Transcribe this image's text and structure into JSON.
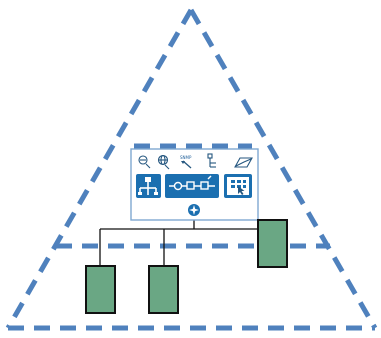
{
  "colors": {
    "dash": "#4f81bd",
    "panel_border": "#7fa8d1",
    "panel_fill": "#ffffff",
    "blue_tile": "#1b6fb0",
    "icon_dark": "#24567f",
    "box_fill": "#6aa784",
    "box_stroke": "#111111",
    "wire": "#111111"
  },
  "panel": {
    "toolbar_icons": [
      "globe-search-icon",
      "globe-network-icon",
      "snmp-icon",
      "tree-structure-icon",
      "mail-check-icon"
    ],
    "snmp_label": "SNMP",
    "tiles": [
      "hierarchy-icon",
      "pipeline-icon",
      "app-grid-icon"
    ],
    "footer_icon": "compass-icon"
  },
  "devices": {
    "count": 3,
    "names": [
      "device-left",
      "device-center",
      "device-right"
    ]
  }
}
